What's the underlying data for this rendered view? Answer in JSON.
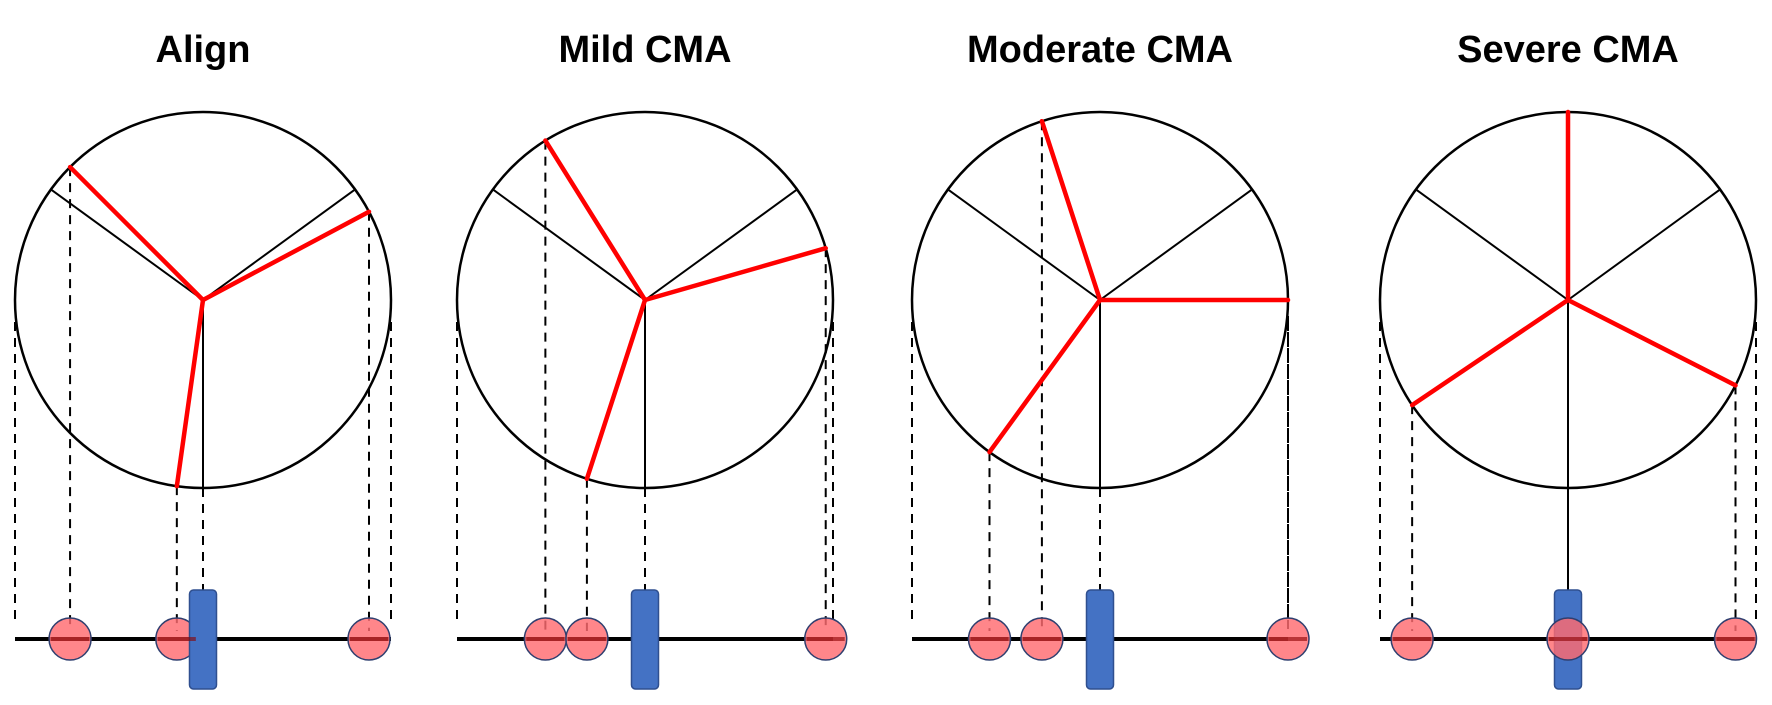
{
  "figure": {
    "description": "Rotation of a clock-like wheel projected onto a horizontal axis",
    "colors": {
      "reference_spoke": "#000000",
      "rotated_spoke": "#ff0000",
      "projection_marker_fill": "#ff6b70",
      "projection_marker_stroke": "#2f3f6f",
      "center_marker_fill": "#4472c4",
      "center_marker_stroke": "#2f4f8f",
      "axis": "#000000",
      "dashed_guide": "#000000"
    }
  },
  "chart_data": {
    "type": "diagram",
    "angle_convention": "degrees clockwise from 12 o'clock",
    "reference_spoke_angles_deg": [
      -54,
      54,
      180
    ],
    "panels": [
      {
        "title": "Align",
        "rotated_spoke_angles_deg": [
          -45,
          62,
          188
        ],
        "center_marker_on_top": true
      },
      {
        "title": "Mild CMA",
        "rotated_spoke_angles_deg": [
          -32,
          74,
          198
        ],
        "center_marker_on_top": true
      },
      {
        "title": "Moderate CMA",
        "rotated_spoke_angles_deg": [
          -18,
          90,
          216
        ],
        "center_marker_on_top": true
      },
      {
        "title": "Severe CMA",
        "rotated_spoke_angles_deg": [
          0,
          117,
          236
        ],
        "center_marker_on_top": false
      }
    ]
  }
}
